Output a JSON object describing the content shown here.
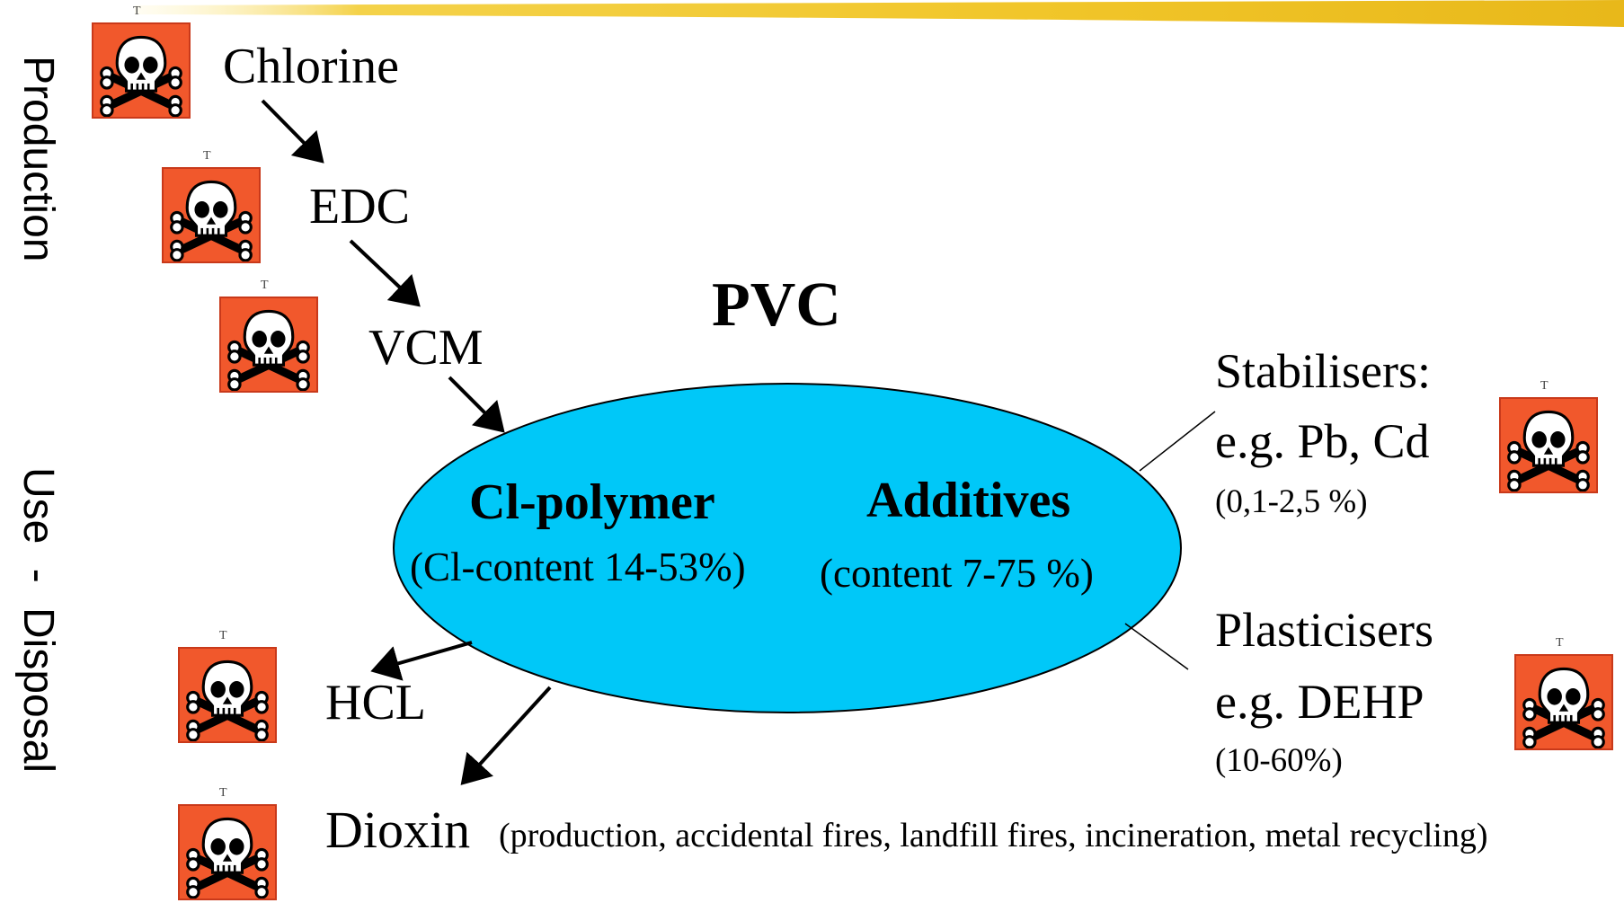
{
  "side_labels": {
    "production": "Production",
    "use_disposal": "Use - Disposal"
  },
  "center": {
    "title": "PVC",
    "polymer_label": "Cl-polymer",
    "polymer_content": "(Cl-content 14-53%)",
    "additives_label": "Additives",
    "additives_content": "(content 7-75 %)",
    "fill_color": "#00c8f8"
  },
  "production_chain": [
    "Chlorine",
    "EDC",
    "VCM"
  ],
  "disposal": {
    "hcl": "HCL",
    "dioxin": "Dioxin",
    "dioxin_sources": "(production, accidental fires, landfill fires, incineration, metal recycling)"
  },
  "stabilisers": {
    "title": "Stabilisers:",
    "example": "e.g. Pb, Cd",
    "range": "(0,1-2,5 %)"
  },
  "plasticisers": {
    "title": "Plasticisers",
    "example": "e.g. DEHP",
    "range": "(10-60%)"
  },
  "hazard_symbol": {
    "icon": "toxic-skull-icon",
    "mark": "T",
    "color": "#f1582c"
  }
}
